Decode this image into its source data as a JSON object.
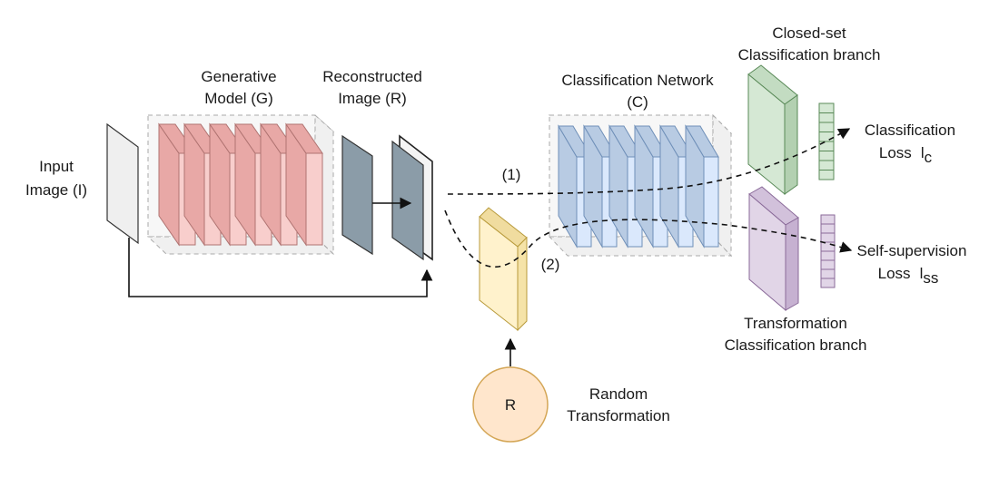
{
  "labels": {
    "input_line1": "Input",
    "input_line2": "Image (I)",
    "generative_line1": "Generative",
    "generative_line2": "Model (G)",
    "reconstructed_line1": "Reconstructed",
    "reconstructed_line2": "Image (R)",
    "classification_network_line1": "Classification Network",
    "classification_network_line2": "(C)",
    "closed_set_line1": "Closed-set",
    "closed_set_line2": "Classification branch",
    "classification_loss_line1": "Classification",
    "classification_loss_line2": "Loss",
    "classification_loss_symbol": "l",
    "classification_loss_subscript": "c",
    "self_supervision_line1": "Self-supervision",
    "self_supervision_line2": "Loss",
    "self_supervision_symbol": "l",
    "self_supervision_subscript": "ss",
    "transformation_line1": "Transformation",
    "transformation_line2": "Classification branch",
    "random_line1": "Random",
    "random_line2": "Transformation",
    "r_node": "R",
    "path_1": "(1)",
    "path_2": "(2)"
  },
  "colors": {
    "generative_front": "#f8cecc",
    "generative_side": "#e8a8a6",
    "reconstructed": "#8b9ca8",
    "classification_front": "#dae8fc",
    "classification_side": "#b8cbe3",
    "closed_set_branch": "#d5e8d4",
    "transformation_branch": "#e1d5e7",
    "random_transform": "#fff2cc",
    "random_node": "#ffe6cc",
    "stroke": "#333333"
  }
}
